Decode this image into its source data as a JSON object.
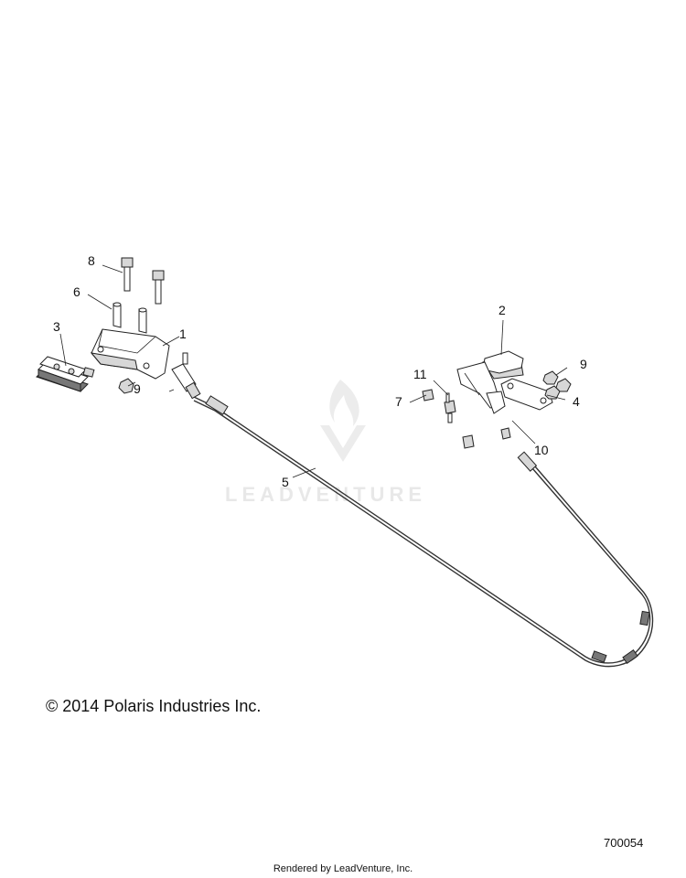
{
  "watermark": "LEADVENTURE",
  "callouts": [
    "1",
    "2",
    "3",
    "4",
    "5",
    "6",
    "7",
    "8",
    "9",
    "9",
    "10",
    "11"
  ],
  "copyright": "© 2014 Polaris Industries Inc.",
  "part_number": "700054",
  "rendered_by": "Rendered by LeadVenture, Inc."
}
